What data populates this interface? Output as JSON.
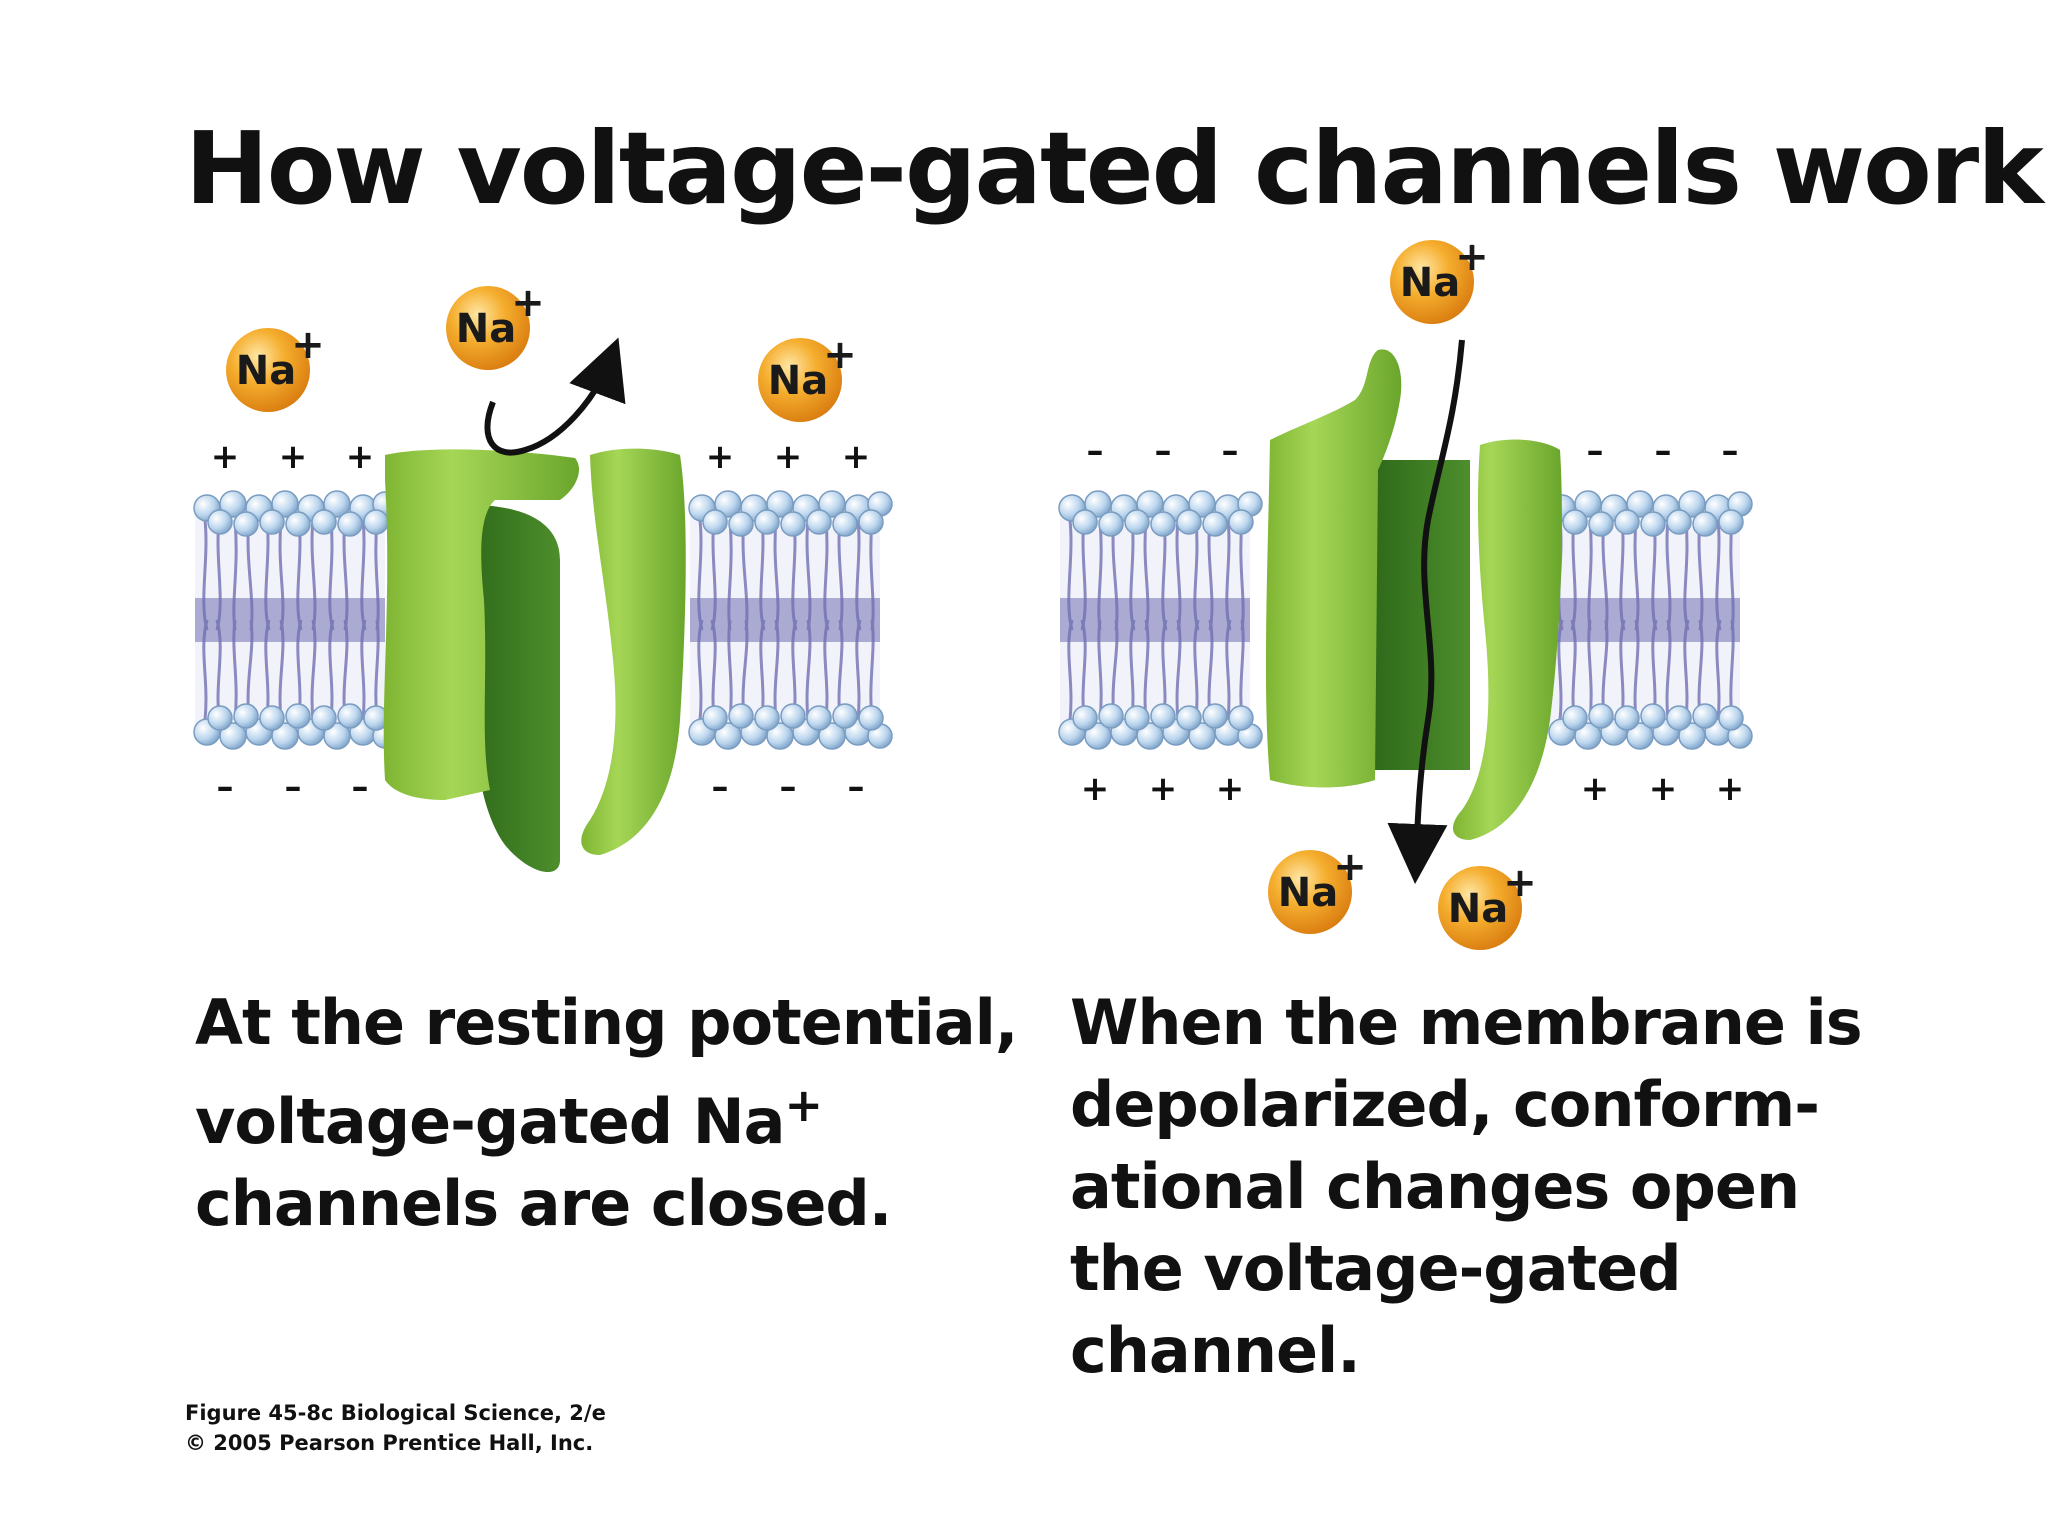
{
  "title": "How voltage-gated channels work",
  "ion": {
    "symbol": "Na",
    "charge": "+"
  },
  "signs": {
    "plus": "+",
    "minus": "–"
  },
  "left_panel": {
    "caption_lines": [
      "At the resting potential,",
      "voltage-gated Na",
      "channels are closed."
    ],
    "caption_sup": "+"
  },
  "right_panel": {
    "caption_lines": [
      "When the membrane is",
      "depolarized, conform-",
      "ational changes open",
      "the voltage-gated",
      "channel."
    ]
  },
  "credit": {
    "line1": "Figure 45-8c  Biological Science, 2/e",
    "line2": "© 2005 Pearson Prentice Hall, Inc."
  },
  "colors": {
    "protein": "#8cc43c",
    "protein_dark": "#3f7e22",
    "ion": "#f0a020",
    "lipid_head": "#b8d4ee",
    "lipid_tail": "#7f7fb8"
  }
}
